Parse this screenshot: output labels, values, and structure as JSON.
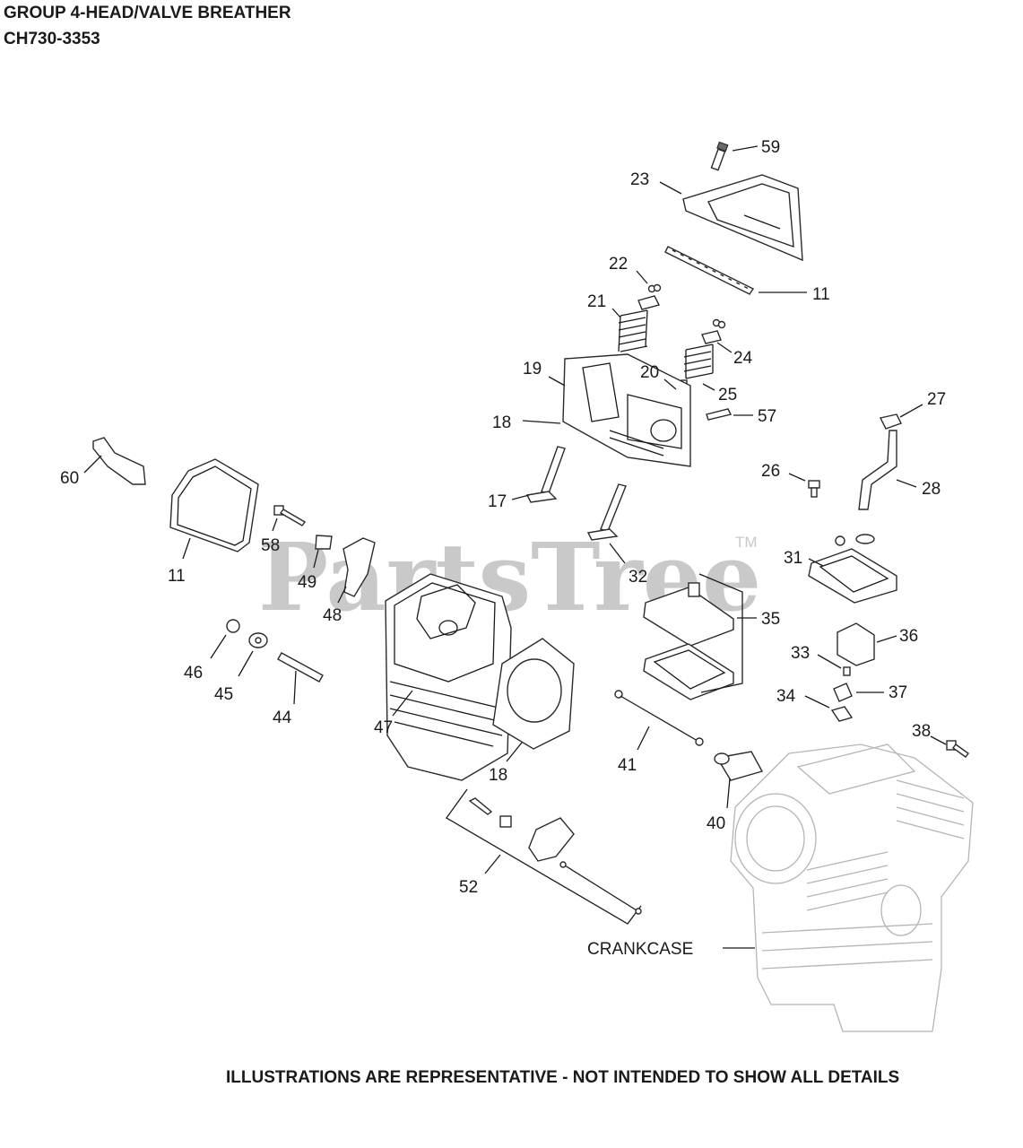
{
  "header": {
    "title": "GROUP 4-HEAD/VALVE BREATHER",
    "model": "CH730-3353"
  },
  "footer": {
    "note": "ILLUSTRATIONS ARE REPRESENTATIVE - NOT INTENDED TO SHOW ALL DETAILS"
  },
  "watermark": {
    "text": "PartsTree",
    "tm": "TM"
  },
  "callouts": {
    "c59": "59",
    "c23": "23",
    "c22": "22",
    "c11a": "11",
    "c21": "21",
    "c24": "24",
    "c19": "19",
    "c20": "20",
    "c25": "25",
    "c57": "57",
    "c18a": "18",
    "c17": "17",
    "c32": "32",
    "c27": "27",
    "c26": "26",
    "c28": "28",
    "c60": "60",
    "c11b": "11",
    "c58": "58",
    "c49": "49",
    "c48": "48",
    "c31": "31",
    "c35": "35",
    "c36": "36",
    "c33": "33",
    "c37": "37",
    "c34": "34",
    "c46": "46",
    "c45": "45",
    "c44": "44",
    "c47": "47",
    "c18b": "18",
    "c41": "41",
    "c38": "38",
    "c40": "40",
    "c52": "52",
    "crankcase": "CRANKCASE"
  }
}
